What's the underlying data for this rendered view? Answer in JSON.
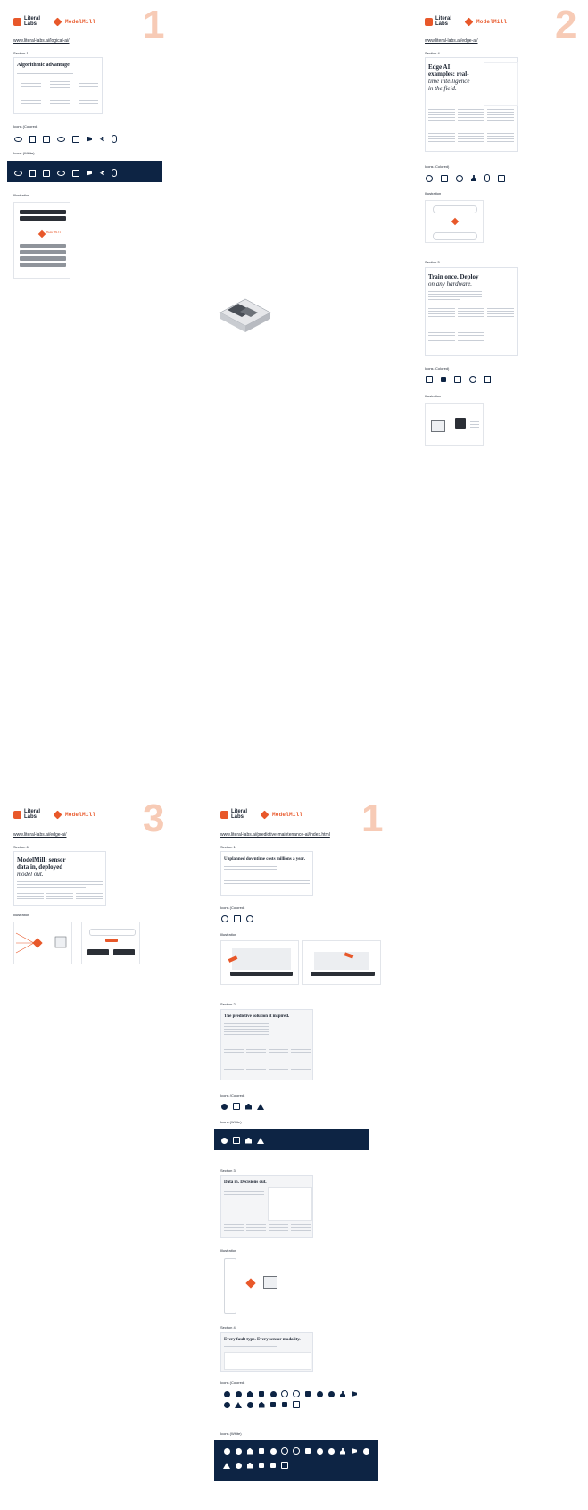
{
  "pages": {
    "p1": {
      "brand_ll": "Literal Labs",
      "brand_mm": "ModelMill",
      "page_number": "1",
      "url": "www.literal-labs.ai/logical-ai/",
      "section": "Section 1",
      "card_title": "Algorithmic advantage",
      "icons_coloured_label": "Icons (Colored)",
      "icons_white_label": "Icons (White)",
      "illustration_label": "Illustration",
      "illustration_brand": "ModelMill"
    },
    "p2": {
      "brand_ll": "Literal Labs",
      "brand_mm": "ModelMill",
      "page_number": "2",
      "url": "www.literal-labs.ai/edge-ai/",
      "section_a": "Section 4",
      "card_a_title_1": "Edge AI",
      "card_a_title_2": "examples: real-",
      "card_a_title_3": "time intelligence",
      "card_a_title_4": "in the field.",
      "icons_coloured_label_a": "Icons (Colored)",
      "illustration_label_a": "Illustration",
      "section_b": "Section 5",
      "card_b_title_1": "Train once. Deploy",
      "card_b_title_2": "on any hardware.",
      "icons_coloured_label_b": "Icons (Colored)",
      "illustration_label_b": "Illustration"
    },
    "p3": {
      "brand_ll": "Literal Labs",
      "brand_mm": "ModelMill",
      "page_number": "3",
      "url": "www.literal-labs.ai/edge-ai/",
      "section": "Section 6",
      "card_title_1": "ModelMill: sensor",
      "card_title_2": "data in, deployed",
      "card_title_3": "model out.",
      "illustration_label": "Illustration"
    },
    "p4": {
      "brand_ll": "Literal Labs",
      "brand_mm": "ModelMill",
      "page_number": "1",
      "url": "www.literal-labs.ai/predictive-maintenance-ai/index.html",
      "section_1": "Section 1",
      "card_1_title": "Unplanned downtime costs millions a year.",
      "icons_coloured_label_1": "Icons (Colored)",
      "illustration_label_1": "Illustration",
      "section_2": "Section 2",
      "card_2_title": "The predictive solution it inspired.",
      "icons_coloured_label_2": "Icons (Colored)",
      "icons_white_label_2": "Icons (White)",
      "section_3": "Section 3",
      "card_3_title": "Data in. Decisions out.",
      "illustration_label_3": "Illustration",
      "section_4": "Section 4",
      "card_4_title": "Every fault type. Every sensor modality.",
      "icons_coloured_label_4": "Icons (Colored)",
      "icons_white_label_4": "Icons (White)"
    }
  },
  "colors": {
    "accent": "#e8582a",
    "navy": "#0d2444",
    "page_number": "#f7cbb6"
  }
}
